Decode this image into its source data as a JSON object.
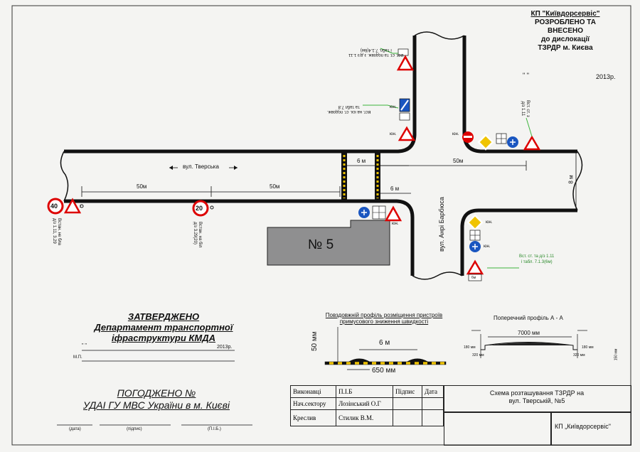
{
  "header": {
    "org": "КП \"Київдорсервіс\"",
    "line2": "РОЗРОБЛЕНО ТА",
    "line3": "ВНЕСЕНО",
    "line4": "до дислокації",
    "line5": "ТЗРДР м. Києва",
    "date_quotes": "\"  \"",
    "year": "2013р."
  },
  "streets": {
    "main": "вул. Тверська",
    "cross": "вул. Анрі Барбюса"
  },
  "building": {
    "label": "№ 5"
  },
  "dimensions": {
    "d50_left": "50м",
    "d50_mid": "50м",
    "d50_right": "50м",
    "d6_top": "6 м",
    "d6_bottom": "6 м",
    "d8": "8 м"
  },
  "signs": {
    "speed40": "40",
    "speed20": "20",
    "dist_6m": "6м",
    "ion": "юн."
  },
  "notes": {
    "n1_a": "Вст. ст. та подовж. з д/з 1.11",
    "n1_b": "і табл. 7.1.4(6м)",
    "n2_a": "Вст. на іск. ст. подовж.",
    "n2_b": "та табл 7.8",
    "n3_a": "Вст. ст. з",
    "n3_b": "д/з 1.11",
    "n4_a": "Вст. ст. та д/з 1.11",
    "n4_b": "і табл. 7.1.3(6м)",
    "n5_a": "Встан. не бла",
    "n5_b": "д/з 1.11, 3.29",
    "n6_a": "Встан. на біл",
    "n6_b": "д/з 3.29(20)"
  },
  "approved": {
    "title": "ЗАТВЕРДЖЕНО",
    "line2": "Департамент транспортної",
    "line3": "іфраструктури КМДА",
    "quotes": "\"  \"",
    "year": "2013р.",
    "mp": "М.П."
  },
  "agreed": {
    "title": "ПОГОДЖЕНО №",
    "line2": "УДАІ ГУ МВС України в м. Києві",
    "sig_date": "(дата)",
    "sig_sign": "(підпис)",
    "sig_name": "(П.І.Б.)"
  },
  "profile_long": {
    "title_a": "Повздовжній профіль розміщення пристроїв",
    "title_b": "примусового зниження швидкості",
    "height": "50 мм",
    "spacing": "6 м",
    "length": "650 мм"
  },
  "profile_cross": {
    "title": "Поперечний профіль А - А",
    "width": "7000 мм",
    "left_h": "180 мм",
    "right_h": "180 мм",
    "left_w": "320 мм",
    "right_w": "320 мм",
    "side": "150 мм"
  },
  "title_block": {
    "headers": [
      "Виконавці",
      "П.І.Б",
      "Підпис",
      "Дата"
    ],
    "rows": [
      [
        "Нач.сектору",
        "Лозінський О.Г",
        "",
        ""
      ],
      [
        "Креслив",
        "Стилик В.М.",
        "",
        ""
      ]
    ],
    "scheme_a": "Схема розташування ТЗРДР на",
    "scheme_b": "вул. Тверській, №5",
    "company": "КП „Київдорсервіс\""
  }
}
